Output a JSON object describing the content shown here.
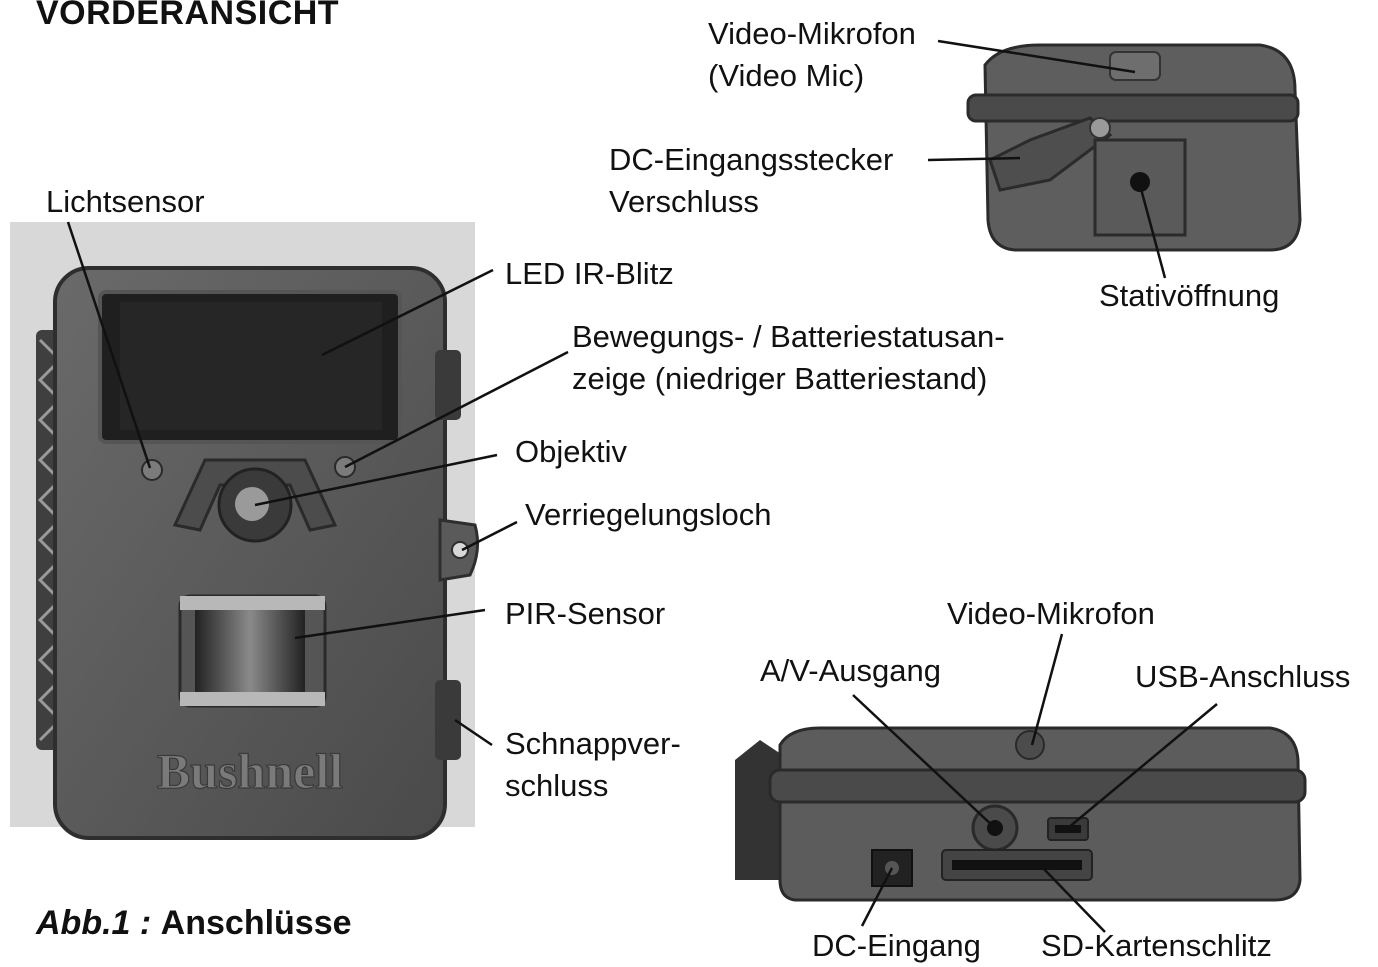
{
  "heading": "VORDERANSICHT",
  "caption": {
    "prefix": "Abb.1 :",
    "title": "Anschlüsse"
  },
  "brand": "Bushnell",
  "front_view": {
    "labels": {
      "lichtsensor": "Lichtsensor",
      "led_ir_blitz": "LED IR-Blitz",
      "bewegung_line1": "Bewegungs- / Batteriestatusan-",
      "bewegung_line2": "zeige (niedriger Batteriestand)",
      "objektiv": "Objektiv",
      "verriegelungsloch": "Verriegelungsloch",
      "pir_sensor": "PIR-Sensor",
      "schnapp_line1": "Schnappver-",
      "schnapp_line2": "schluss"
    }
  },
  "side_view": {
    "labels": {
      "video_mikrofon": "Video-Mikrofon",
      "video_mic": "(Video Mic)",
      "dc_line1": "DC-Eingangsstecker",
      "dc_line2": "Verschluss",
      "stativoeffnung": "Stativöffnung"
    }
  },
  "bottom_view": {
    "labels": {
      "video_mikrofon": "Video-Mikrofon",
      "av_ausgang": "A/V-Ausgang",
      "usb_anschluss": "USB-Anschluss",
      "dc_eingang": "DC-Eingang",
      "sd_kartenschlitz": "SD-Kartenschlitz"
    }
  }
}
